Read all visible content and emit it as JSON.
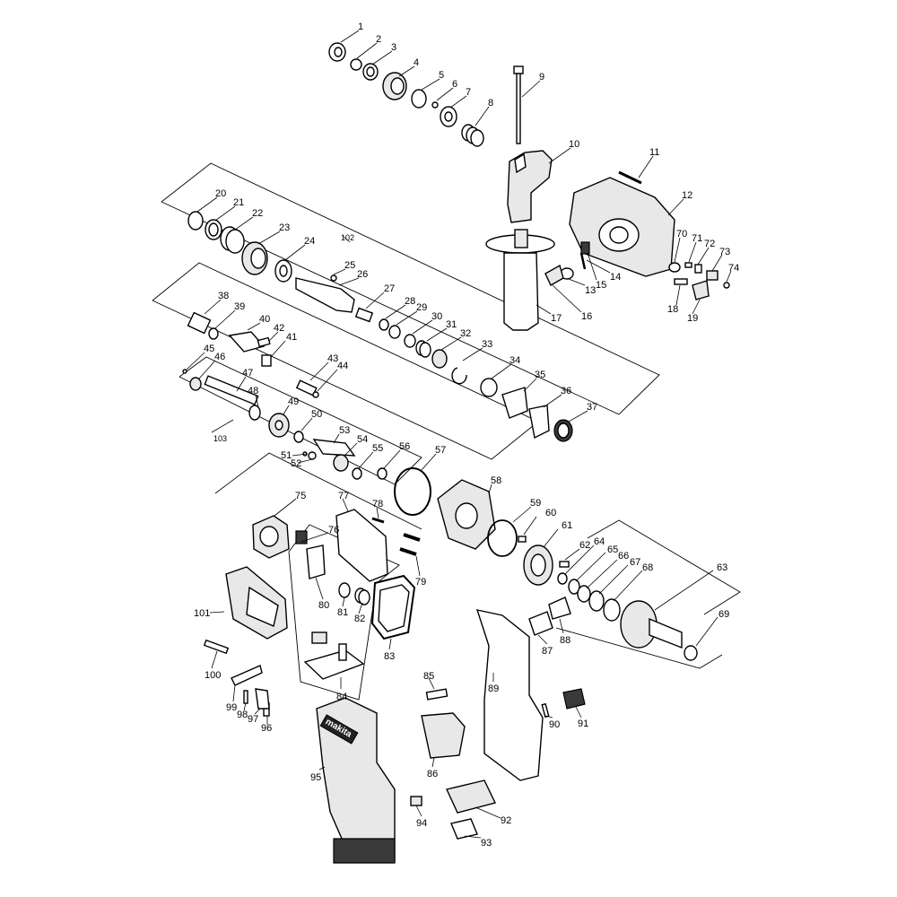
{
  "brand_text": "makita",
  "part_numbers": [
    "1",
    "2",
    "3",
    "4",
    "5",
    "6",
    "7",
    "8",
    "9",
    "10",
    "11",
    "12",
    "13",
    "14",
    "15",
    "16",
    "17",
    "18",
    "19",
    "20",
    "21",
    "22",
    "23",
    "24",
    "25",
    "26",
    "27",
    "28",
    "29",
    "30",
    "31",
    "32",
    "33",
    "34",
    "35",
    "36",
    "37",
    "38",
    "39",
    "40",
    "41",
    "42",
    "43",
    "44",
    "45",
    "46",
    "47",
    "48",
    "49",
    "50",
    "51",
    "52",
    "53",
    "54",
    "55",
    "56",
    "57",
    "58",
    "59",
    "60",
    "61",
    "62",
    "63",
    "64",
    "65",
    "66",
    "67",
    "68",
    "69",
    "70",
    "71",
    "72",
    "73",
    "74",
    "75",
    "76",
    "77",
    "78",
    "79",
    "80",
    "81",
    "82",
    "83",
    "84",
    "85",
    "86",
    "87",
    "88",
    "89",
    "90",
    "91",
    "92",
    "93",
    "94",
    "95",
    "96",
    "97",
    "98",
    "99",
    "100",
    "101",
    "102",
    "103"
  ]
}
